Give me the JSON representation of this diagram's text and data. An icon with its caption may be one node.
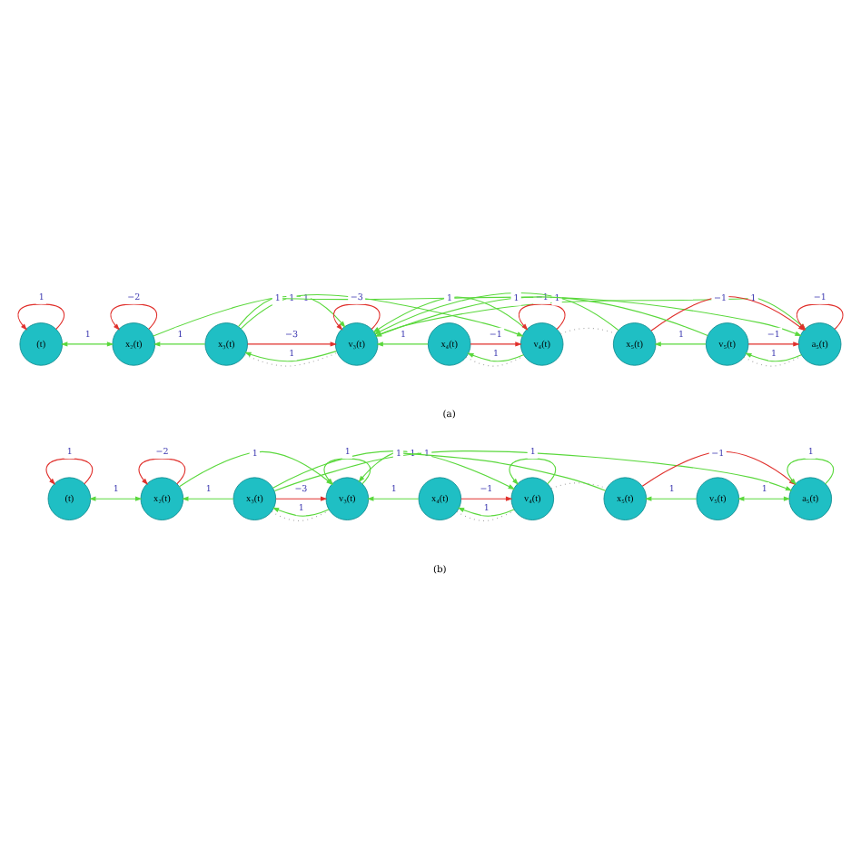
{
  "diagram": {
    "nodes": [
      {
        "text": [
          "(t)"
        ]
      },
      {
        "text": [
          "x₂(t)"
        ]
      },
      {
        "text": [
          "x₃(t)"
        ]
      },
      {
        "text": [
          "v₃(t)"
        ]
      },
      {
        "text": [
          "x₄(t)"
        ]
      },
      {
        "text": [
          "v₄(t)"
        ]
      },
      {
        "text": [
          "x₅(t)"
        ]
      },
      {
        "text": [
          "v₅(t)"
        ]
      },
      {
        "text": [
          "a₅(t)"
        ]
      },
      {
        "text": [
          "(t)"
        ]
      },
      {
        "text": [
          "x₂(t)"
        ]
      },
      {
        "text": [
          "x₃(t)"
        ]
      },
      {
        "text": [
          "v₃(t)"
        ]
      },
      {
        "text": [
          "x₄(t)"
        ]
      },
      {
        "text": [
          "v₄(t)"
        ]
      },
      {
        "text": [
          "x₅(t)"
        ]
      },
      {
        "text": [
          "v₅(t)"
        ]
      },
      {
        "text": [
          "a₅(t)"
        ]
      }
    ],
    "edges": [
      {
        "from": 0,
        "to": 0,
        "arrow": "to",
        "label": "1",
        "color": "#e0302c"
      },
      {
        "from": 0,
        "to": 1,
        "arrow": "both",
        "label": "1"
      },
      {
        "from": 1,
        "to": 1,
        "arrow": "to",
        "label": "−2",
        "color": "#e0302c"
      },
      {
        "from": 2,
        "to": 1,
        "arrow": "to",
        "label": "1"
      },
      {
        "from": 1,
        "to": 3,
        "arrow": "to",
        "label": "1"
      },
      {
        "from": 2,
        "to": 3,
        "arrow": "none",
        "style": "dashed",
        "color": "#999999"
      },
      {
        "from": 2,
        "to": 3,
        "arrow": "to",
        "label": "−3",
        "color": "#e0302c"
      },
      {
        "from": 3,
        "to": 2,
        "arrow": "to",
        "label": "1"
      },
      {
        "from": 3,
        "to": 3,
        "arrow": "to",
        "label": "−3",
        "color": "#e0302c"
      },
      {
        "from": 4,
        "to": 3,
        "arrow": "to",
        "label": "1"
      },
      {
        "from": 2,
        "to": 5,
        "arrow": "to",
        "label": "1"
      },
      {
        "from": 2,
        "to": 8,
        "arrow": "to",
        "label": "1"
      },
      {
        "from": 4,
        "to": 5,
        "arrow": "none",
        "style": "dashed",
        "color": "#999999"
      },
      {
        "from": 4,
        "to": 5,
        "arrow": "to",
        "label": "−1",
        "color": "#e0302c"
      },
      {
        "from": 5,
        "to": 4,
        "arrow": "to",
        "label": "1"
      },
      {
        "from": 5,
        "to": 5,
        "arrow": "to",
        "label": "−1",
        "color": "#e0302c"
      },
      {
        "from": 5,
        "to": 6,
        "arrow": "none",
        "style": "dashed",
        "color": "#999999"
      },
      {
        "from": 7,
        "to": 6,
        "arrow": "to",
        "label": "1"
      },
      {
        "from": 6,
        "to": 8,
        "arrow": "to",
        "label": "−1",
        "color": "#e0302c"
      },
      {
        "from": 7,
        "to": 8,
        "arrow": "none",
        "style": "dashed",
        "color": "#999999"
      },
      {
        "from": 7,
        "to": 8,
        "arrow": "to",
        "label": "−1",
        "color": "#e0302c"
      },
      {
        "from": 8,
        "to": 7,
        "arrow": "to",
        "label": "1"
      },
      {
        "from": 8,
        "to": 8,
        "arrow": "to",
        "label": "−1",
        "color": "#e0302c"
      },
      {
        "from": 5,
        "to": 3,
        "arrow": "to",
        "label": "1"
      },
      {
        "from": 6,
        "to": 3,
        "arrow": "to",
        "label": "1"
      },
      {
        "from": 7,
        "to": 3,
        "arrow": "to",
        "label": "1"
      },
      {
        "from": 3,
        "to": 8,
        "arrow": "to",
        "label": "1"
      },
      {
        "from": 9,
        "to": 9,
        "arrow": "to",
        "label": "1",
        "color": "#e0302c"
      },
      {
        "from": 9,
        "to": 10,
        "arrow": "both",
        "label": "1"
      },
      {
        "from": 10,
        "to": 10,
        "arrow": "to",
        "label": "−2",
        "color": "#e0302c"
      },
      {
        "from": 11,
        "to": 10,
        "arrow": "to",
        "label": "1"
      },
      {
        "from": 10,
        "to": 12,
        "arrow": "to",
        "label": "1"
      },
      {
        "from": 11,
        "to": 12,
        "arrow": "none",
        "style": "dashed",
        "color": "#999999"
      },
      {
        "from": 11,
        "to": 12,
        "arrow": "to",
        "label": "−3",
        "color": "#e0302c"
      },
      {
        "from": 12,
        "to": 11,
        "arrow": "to",
        "label": "1"
      },
      {
        "from": 12,
        "to": 12,
        "arrow": "to",
        "label": "1"
      },
      {
        "from": 13,
        "to": 12,
        "arrow": "to",
        "label": "1"
      },
      {
        "from": 11,
        "to": 14,
        "arrow": "to",
        "label": "1"
      },
      {
        "from": 11,
        "to": 17,
        "arrow": "to",
        "label": "1"
      },
      {
        "from": 13,
        "to": 14,
        "arrow": "none",
        "style": "dashed",
        "color": "#999999"
      },
      {
        "from": 13,
        "to": 14,
        "arrow": "to",
        "label": "−1",
        "color": "#e0302c"
      },
      {
        "from": 14,
        "to": 13,
        "arrow": "to",
        "label": "1"
      },
      {
        "from": 14,
        "to": 14,
        "arrow": "to",
        "label": "1"
      },
      {
        "from": 14,
        "to": 15,
        "arrow": "none",
        "style": "dashed",
        "color": "#999999"
      },
      {
        "from": 16,
        "to": 15,
        "arrow": "to",
        "label": "1"
      },
      {
        "from": 15,
        "to": 17,
        "arrow": "to",
        "label": "−1",
        "color": "#e0302c"
      },
      {
        "from": 16,
        "to": 17,
        "arrow": "both",
        "label": "1"
      },
      {
        "from": 17,
        "to": 17,
        "arrow": "to",
        "label": "1"
      },
      {
        "from": 15,
        "to": 12,
        "arrow": "to",
        "label": "1"
      }
    ],
    "labels": [
      "(a)",
      "(b)"
    ]
  }
}
